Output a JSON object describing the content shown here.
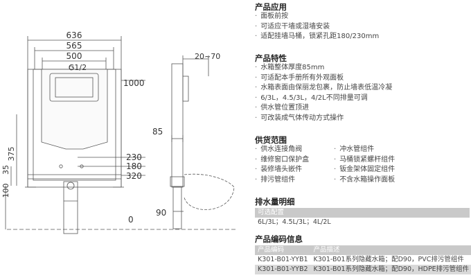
{
  "drawing": {
    "dims": {
      "w636": "636",
      "w565": "565",
      "w500": "500",
      "g12": "G1/2",
      "h1000": "1000",
      "h375": "375",
      "h35": "35",
      "h100": "100",
      "h230": "230",
      "h180": "180",
      "h320": "320",
      "w2070": "20~70",
      "h85": "85",
      "h90": "90",
      "h0": "0"
    }
  },
  "sections": {
    "application": {
      "title": "产品应用",
      "items": [
        "面板前按",
        "可适应干墙或湿墙安装",
        "适配挂墙马桶，锁紧孔距180/230mm"
      ]
    },
    "features": {
      "title": "产品特性",
      "items": [
        "水箱整体厚度85mm",
        "可适配本手册所有外观面板",
        "水箱表面由保丽龙包裹，防止墙表低温冷凝",
        "6/3L，4.5/3L，4/2L不同排量可调",
        "供水管位置顶进",
        "可改装成气体传动方式操作"
      ]
    },
    "supply": {
      "title": "供货范围",
      "left": [
        "供水连接角阀",
        "维修窗口保护盒",
        "装修墙头嵌件",
        "排污管组件"
      ],
      "right": [
        "冲水管组件",
        "马桶锁紧螺杆组件",
        "钣金架体固定组件",
        "不含水箱操作面板"
      ]
    },
    "flush": {
      "title": "排水量明细",
      "header": "可选配置",
      "value": "6L/3L；4.5L/3L；4L/2L"
    },
    "codes": {
      "title": "产品编码信息",
      "headers": [
        "产品编码",
        "产品描述"
      ],
      "rows": [
        [
          "K301-B01-YYB1",
          "K301-B01系列隐藏水箱；配D90，PVC排污管组件"
        ],
        [
          "K301-B01-YYB2",
          "K301-B01系列隐藏水箱；配D90，HDPE排污管组件"
        ]
      ]
    }
  }
}
